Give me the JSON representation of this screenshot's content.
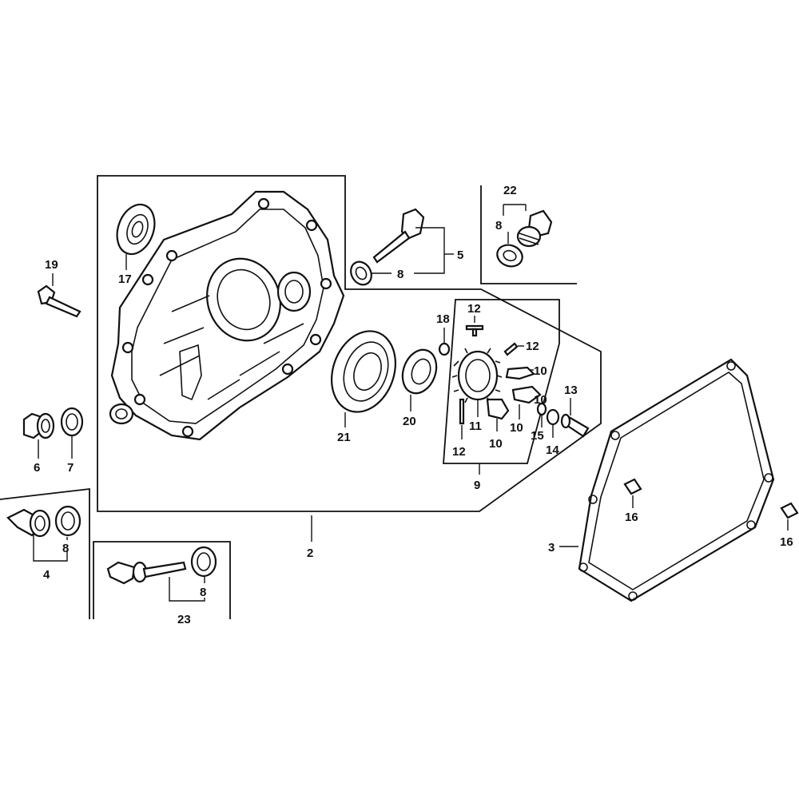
{
  "callouts": {
    "c2": "2",
    "c3": "3",
    "c4": "4",
    "c5": "5",
    "c6": "6",
    "c7": "7",
    "c8_plug": "8",
    "c8_mid": "8",
    "c8_left": "8",
    "c8_dip": "8",
    "c9": "9",
    "c10_a": "10",
    "c10_b": "10",
    "c10_c": "10",
    "c11": "11",
    "c12_a": "12",
    "c12_b": "12",
    "c12_c": "12",
    "c13": "13",
    "c14": "14",
    "c15": "15",
    "c16_a": "16",
    "c16_b": "16",
    "c17": "17",
    "c18": "18",
    "c19": "19",
    "c20": "20",
    "c21": "21",
    "c22": "22",
    "c23": "23"
  }
}
